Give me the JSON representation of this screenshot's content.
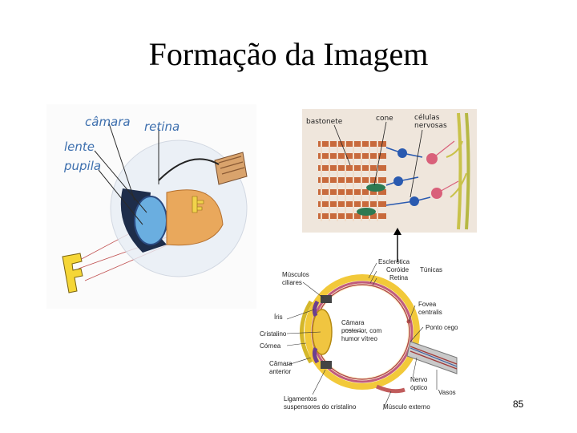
{
  "title": "Formação da Imagem",
  "page_number": "85",
  "camera_diagram": {
    "labels": {
      "camara": "câmara",
      "retina": "retina",
      "lente": "lente",
      "pupila": "pupila"
    }
  },
  "retina_diagram": {
    "labels": {
      "bastonete": "bastonete",
      "cone": "cone",
      "celulas_line1": "células",
      "celulas_line2": "nervosas"
    }
  },
  "eye_diagram": {
    "labels": {
      "esclerotica": "Esclerótica",
      "coroide": "Coróide",
      "retina": "Retina",
      "tunicas": "Túnicas",
      "musculos_line1": "Músculos",
      "musculos_line2": "ciliares",
      "iris": "Íris",
      "camara_post_line1": "Câmara",
      "camara_post_line2": "posterior, com",
      "camara_post_line3": "humor vítreo",
      "fovea_line1": "Fovea",
      "fovea_line2": "centralis",
      "ponto_cego": "Ponto cego",
      "cristalino": "Cristalino",
      "cornea": "Córnea",
      "camara_ant_line1": "Câmara",
      "camara_ant_line2": "anterior",
      "nervo_line1": "Nervo",
      "nervo_line2": "óptico",
      "vasos": "Vasos",
      "ligamentos_line1": "Ligamentos",
      "ligamentos_line2": "suspensores do cristalino",
      "musculo_externo": "Músculo externo"
    }
  }
}
